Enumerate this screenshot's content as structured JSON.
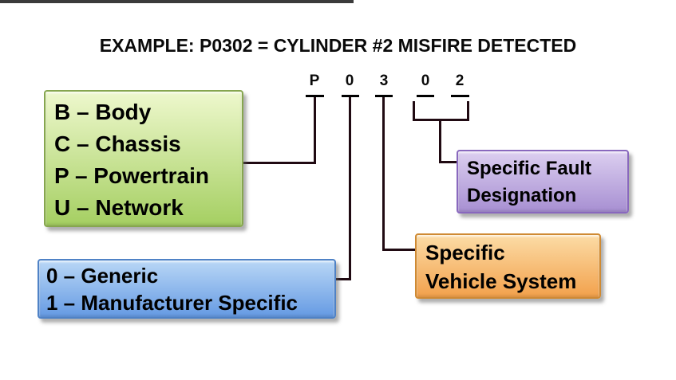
{
  "title": "EXAMPLE: P0302 = CYLINDER #2 MISFIRE DETECTED",
  "code_chars": [
    "P",
    "0",
    "3",
    "0",
    "2"
  ],
  "boxes": {
    "category": {
      "lines": [
        "B – Body",
        "C – Chassis",
        "P – Powertrain",
        "U – Network"
      ]
    },
    "generic": {
      "lines": [
        "0 – Generic",
        "1 – Manufacturer Specific"
      ]
    },
    "system": {
      "lines": [
        "Specific",
        "Vehicle System"
      ]
    },
    "fault": {
      "lines": [
        "Specific Fault",
        "Designation"
      ]
    }
  },
  "colors": {
    "category_box_top": "#eef8cd",
    "category_box_bottom": "#a5cf62",
    "category_box_border": "#86a64f",
    "generic_box_top": "#b9d7f6",
    "generic_box_bottom": "#659ae3",
    "generic_box_border": "#4f82c6",
    "system_box_top": "#fcdca6",
    "system_box_bottom": "#f2a14c",
    "system_box_border": "#cf8a33",
    "fault_box_top": "#dccff0",
    "fault_box_bottom": "#a78fd2",
    "fault_box_border": "#8968be",
    "connector_line": "#200a12",
    "top_rule": "#3b3b3b",
    "text": "#000000"
  }
}
